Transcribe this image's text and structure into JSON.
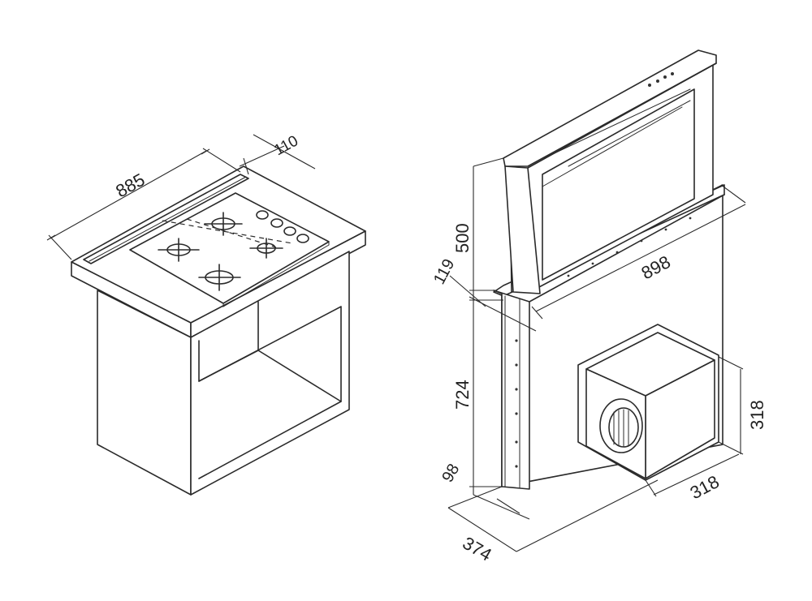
{
  "left_drawing": {
    "dimensions": {
      "width": "885",
      "slot_depth": "110"
    }
  },
  "right_drawing": {
    "dimensions": {
      "raised_height": "500",
      "top_frame_height": "119",
      "width": "898",
      "body_height": "724",
      "bottom_offset": "98",
      "depth": "374",
      "motor_height": "318",
      "motor_width": "318"
    }
  }
}
